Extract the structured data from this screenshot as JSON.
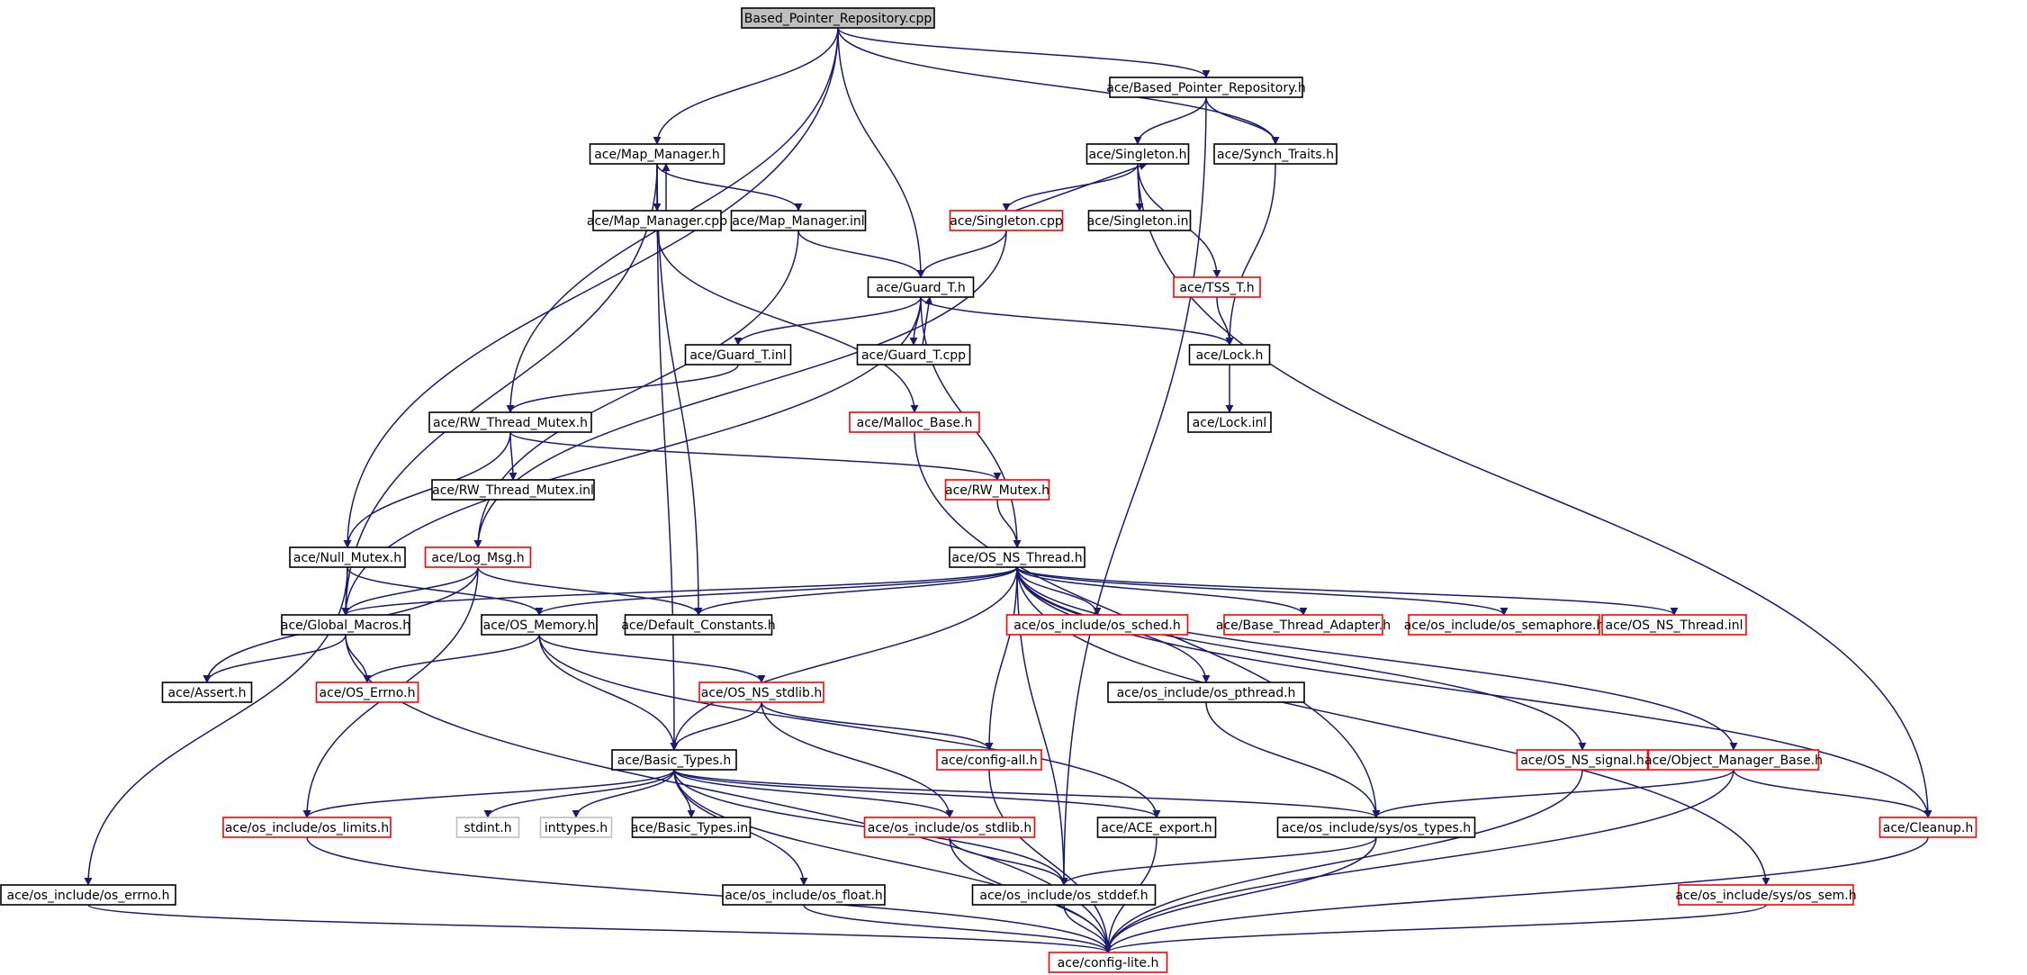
{
  "diagram": {
    "colors": {
      "edge": "#191970",
      "normal": "#000000",
      "incomplete": "#ff0000",
      "external": "#bfbfbf",
      "root_fill": "#bfbfbf"
    },
    "nodes": [
      {
        "id": "root",
        "label": "Based_Pointer_Repository.cpp",
        "style": "root"
      },
      {
        "id": "bprh",
        "label": "ace/Based_Pointer_Repository.h",
        "style": "black"
      },
      {
        "id": "mm",
        "label": "ace/Map_Manager.h",
        "style": "black"
      },
      {
        "id": "sing",
        "label": "ace/Singleton.h",
        "style": "black"
      },
      {
        "id": "synch",
        "label": "ace/Synch_Traits.h",
        "style": "black"
      },
      {
        "id": "mmcpp",
        "label": "ace/Map_Manager.cpp",
        "style": "black"
      },
      {
        "id": "mminl",
        "label": "ace/Map_Manager.inl",
        "style": "black"
      },
      {
        "id": "singcpp",
        "label": "ace/Singleton.cpp",
        "style": "red"
      },
      {
        "id": "singinl",
        "label": "ace/Singleton.inl",
        "style": "black"
      },
      {
        "id": "guard",
        "label": "ace/Guard_T.h",
        "style": "black"
      },
      {
        "id": "tss",
        "label": "ace/TSS_T.h",
        "style": "red"
      },
      {
        "id": "guardinl",
        "label": "ace/Guard_T.inl",
        "style": "black"
      },
      {
        "id": "guardcpp",
        "label": "ace/Guard_T.cpp",
        "style": "black"
      },
      {
        "id": "lock",
        "label": "ace/Lock.h",
        "style": "black"
      },
      {
        "id": "rwtm",
        "label": "ace/RW_Thread_Mutex.h",
        "style": "black"
      },
      {
        "id": "malloc",
        "label": "ace/Malloc_Base.h",
        "style": "red"
      },
      {
        "id": "lockinl",
        "label": "ace/Lock.inl",
        "style": "black"
      },
      {
        "id": "rwtminl",
        "label": "ace/RW_Thread_Mutex.inl",
        "style": "black"
      },
      {
        "id": "rwm",
        "label": "ace/RW_Mutex.h",
        "style": "red"
      },
      {
        "id": "nullm",
        "label": "ace/Null_Mutex.h",
        "style": "black"
      },
      {
        "id": "logmsg",
        "label": "ace/Log_Msg.h",
        "style": "red"
      },
      {
        "id": "osnst",
        "label": "ace/OS_NS_Thread.h",
        "style": "black"
      },
      {
        "id": "gmac",
        "label": "ace/Global_Macros.h",
        "style": "black"
      },
      {
        "id": "osmem",
        "label": "ace/OS_Memory.h",
        "style": "black"
      },
      {
        "id": "defc",
        "label": "ace/Default_Constants.h",
        "style": "black"
      },
      {
        "id": "sched",
        "label": "ace/os_include/os_sched.h",
        "style": "red"
      },
      {
        "id": "bta",
        "label": "ace/Base_Thread_Adapter.h",
        "style": "red"
      },
      {
        "id": "sem",
        "label": "ace/os_include/os_semaphore.h",
        "style": "red"
      },
      {
        "id": "osnstinl",
        "label": "ace/OS_NS_Thread.inl",
        "style": "red"
      },
      {
        "id": "assert",
        "label": "ace/Assert.h",
        "style": "black"
      },
      {
        "id": "oserrno",
        "label": "ace/OS_Errno.h",
        "style": "red"
      },
      {
        "id": "stdlib",
        "label": "ace/OS_NS_stdlib.h",
        "style": "red"
      },
      {
        "id": "pthread",
        "label": "ace/os_include/os_pthread.h",
        "style": "black"
      },
      {
        "id": "btypes",
        "label": "ace/Basic_Types.h",
        "style": "black"
      },
      {
        "id": "cfgall",
        "label": "ace/config-all.h",
        "style": "red"
      },
      {
        "id": "signal",
        "label": "ace/OS_NS_signal.h",
        "style": "red"
      },
      {
        "id": "omb",
        "label": "ace/Object_Manager_Base.h",
        "style": "red"
      },
      {
        "id": "limits",
        "label": "ace/os_include/os_limits.h",
        "style": "red"
      },
      {
        "id": "stdint",
        "label": "stdint.h",
        "style": "gray"
      },
      {
        "id": "inttypes",
        "label": "inttypes.h",
        "style": "gray"
      },
      {
        "id": "btinl",
        "label": "ace/Basic_Types.inl",
        "style": "black"
      },
      {
        "id": "osstdlib",
        "label": "ace/os_include/os_stdlib.h",
        "style": "red"
      },
      {
        "id": "export",
        "label": "ace/ACE_export.h",
        "style": "black"
      },
      {
        "id": "systypes",
        "label": "ace/os_include/sys/os_types.h",
        "style": "black"
      },
      {
        "id": "cleanup",
        "label": "ace/Cleanup.h",
        "style": "red"
      },
      {
        "id": "errno",
        "label": "ace/os_include/os_errno.h",
        "style": "black"
      },
      {
        "id": "float",
        "label": "ace/os_include/os_float.h",
        "style": "black"
      },
      {
        "id": "stddef",
        "label": "ace/os_include/os_stddef.h",
        "style": "black"
      },
      {
        "id": "syssem",
        "label": "ace/os_include/sys/os_sem.h",
        "style": "red"
      },
      {
        "id": "cfglite",
        "label": "ace/config-lite.h",
        "style": "red"
      }
    ],
    "edges": [
      [
        "root",
        "bprh"
      ],
      [
        "root",
        "mm"
      ],
      [
        "root",
        "guard"
      ],
      [
        "root",
        "rwtm"
      ],
      [
        "root",
        "nullm"
      ],
      [
        "root",
        "synch"
      ],
      [
        "bprh",
        "sing"
      ],
      [
        "bprh",
        "synch"
      ],
      [
        "bprh",
        "stddef"
      ],
      [
        "mm",
        "mmcpp"
      ],
      [
        "mmcpp",
        "mm"
      ],
      [
        "mm",
        "mminl"
      ],
      [
        "mm",
        "defc"
      ],
      [
        "mm",
        "gmac"
      ],
      [
        "mm",
        "btypes"
      ],
      [
        "mminl",
        "guard"
      ],
      [
        "mminl",
        "logmsg"
      ],
      [
        "mmcpp",
        "malloc"
      ],
      [
        "sing",
        "singcpp"
      ],
      [
        "singcpp",
        "sing"
      ],
      [
        "sing",
        "singinl"
      ],
      [
        "sing",
        "tss"
      ],
      [
        "sing",
        "cleanup"
      ],
      [
        "singcpp",
        "guard"
      ],
      [
        "singcpp",
        "logmsg"
      ],
      [
        "synch",
        "lock"
      ],
      [
        "tss",
        "lock"
      ],
      [
        "guard",
        "guardinl"
      ],
      [
        "guard",
        "guardcpp"
      ],
      [
        "guardcpp",
        "guard"
      ],
      [
        "guard",
        "lock"
      ],
      [
        "guard",
        "osnst"
      ],
      [
        "guard",
        "gmac"
      ],
      [
        "guardinl",
        "rwtm"
      ],
      [
        "lock",
        "lockinl"
      ],
      [
        "rwtm",
        "rwtminl"
      ],
      [
        "rwtm",
        "rwm"
      ],
      [
        "rwtm",
        "nullm"
      ],
      [
        "rwm",
        "osnst"
      ],
      [
        "malloc",
        "systypes"
      ],
      [
        "nullm",
        "gmac"
      ],
      [
        "nullm",
        "osmem"
      ],
      [
        "nullm",
        "errno"
      ],
      [
        "logmsg",
        "gmac"
      ],
      [
        "logmsg",
        "defc"
      ],
      [
        "logmsg",
        "assert"
      ],
      [
        "logmsg",
        "limits"
      ],
      [
        "osnst",
        "gmac"
      ],
      [
        "osnst",
        "osmem"
      ],
      [
        "osnst",
        "defc"
      ],
      [
        "osnst",
        "sched"
      ],
      [
        "osnst",
        "bta"
      ],
      [
        "osnst",
        "sem"
      ],
      [
        "osnst",
        "osnstinl"
      ],
      [
        "osnst",
        "pthread"
      ],
      [
        "osnst",
        "btypes"
      ],
      [
        "osnst",
        "cfgall"
      ],
      [
        "osnst",
        "stddef"
      ],
      [
        "osnst",
        "signal"
      ],
      [
        "osnst",
        "omb"
      ],
      [
        "osnst",
        "syssem"
      ],
      [
        "osnst",
        "cleanup"
      ],
      [
        "gmac",
        "assert"
      ],
      [
        "gmac",
        "oserrno"
      ],
      [
        "gmac",
        "cfglite"
      ],
      [
        "osmem",
        "oserrno"
      ],
      [
        "osmem",
        "stdlib"
      ],
      [
        "osmem",
        "btypes"
      ],
      [
        "osmem",
        "export"
      ],
      [
        "stdlib",
        "btypes"
      ],
      [
        "stdlib",
        "cfgall"
      ],
      [
        "stdlib",
        "osstdlib"
      ],
      [
        "pthread",
        "systypes"
      ],
      [
        "btypes",
        "limits"
      ],
      [
        "btypes",
        "stdint"
      ],
      [
        "btypes",
        "inttypes"
      ],
      [
        "btypes",
        "btinl"
      ],
      [
        "btypes",
        "osstdlib"
      ],
      [
        "btypes",
        "export"
      ],
      [
        "btypes",
        "systypes"
      ],
      [
        "btypes",
        "float"
      ],
      [
        "btypes",
        "stddef"
      ],
      [
        "btypes",
        "cfglite"
      ],
      [
        "cfgall",
        "cfglite"
      ],
      [
        "signal",
        "cfglite"
      ],
      [
        "omb",
        "systypes"
      ],
      [
        "omb",
        "cleanup"
      ],
      [
        "omb",
        "cfglite"
      ],
      [
        "limits",
        "cfglite"
      ],
      [
        "osstdlib",
        "stddef"
      ],
      [
        "osstdlib",
        "cfglite"
      ],
      [
        "export",
        "cfglite"
      ],
      [
        "systypes",
        "stddef"
      ],
      [
        "systypes",
        "cfglite"
      ],
      [
        "cleanup",
        "cfglite"
      ],
      [
        "errno",
        "cfglite"
      ],
      [
        "float",
        "cfglite"
      ],
      [
        "stddef",
        "cfglite"
      ],
      [
        "syssem",
        "cfglite"
      ]
    ]
  }
}
